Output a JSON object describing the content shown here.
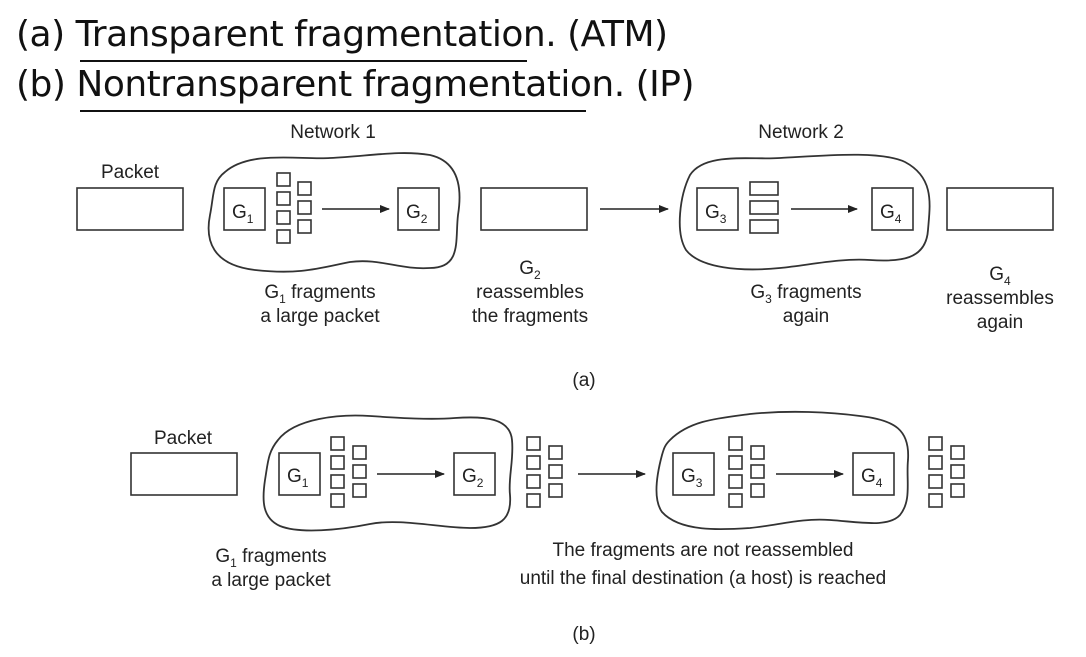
{
  "headings": {
    "a": {
      "prefix": "(a) ",
      "link": "Transparent fragmentation.",
      "suffix": " (ATM)"
    },
    "b": {
      "prefix": "(b) ",
      "link": "Nontransparent fragmentation.",
      "suffix": " (IP)"
    }
  },
  "diagram_a": {
    "network1_label": "Network 1",
    "network2_label": "Network 2",
    "packet_label": "Packet",
    "gateways": {
      "g1": "G",
      "g1_sub": "1",
      "g2": "G",
      "g2_sub": "2",
      "g3": "G",
      "g3_sub": "3",
      "g4": "G",
      "g4_sub": "4"
    },
    "caption_g1": {
      "line1_prefix": "G",
      "line1_sub": "1",
      "line1_rest": " fragments",
      "line2": "a large packet"
    },
    "caption_g2": {
      "line1_prefix": "G",
      "line1_sub": "2",
      "line2": "reassembles",
      "line3": "the fragments"
    },
    "caption_g3": {
      "line1_prefix": "G",
      "line1_sub": "3",
      "line1_rest": " fragments",
      "line2": "again"
    },
    "caption_g4": {
      "line1_prefix": "G",
      "line1_sub": "4",
      "line2": "reassembles",
      "line3": "again"
    },
    "panel_label": "(a)"
  },
  "diagram_b": {
    "packet_label": "Packet",
    "gateways": {
      "g1": "G",
      "g1_sub": "1",
      "g2": "G",
      "g2_sub": "2",
      "g3": "G",
      "g3_sub": "3",
      "g4": "G",
      "g4_sub": "4"
    },
    "caption_g1": {
      "line1_prefix": "G",
      "line1_sub": "1",
      "line1_rest": " fragments",
      "line2": "a large packet"
    },
    "caption_right": {
      "line1": "The fragments are not reassembled",
      "line2": "until the final destination (a host) is reached"
    },
    "panel_label": "(b)"
  }
}
